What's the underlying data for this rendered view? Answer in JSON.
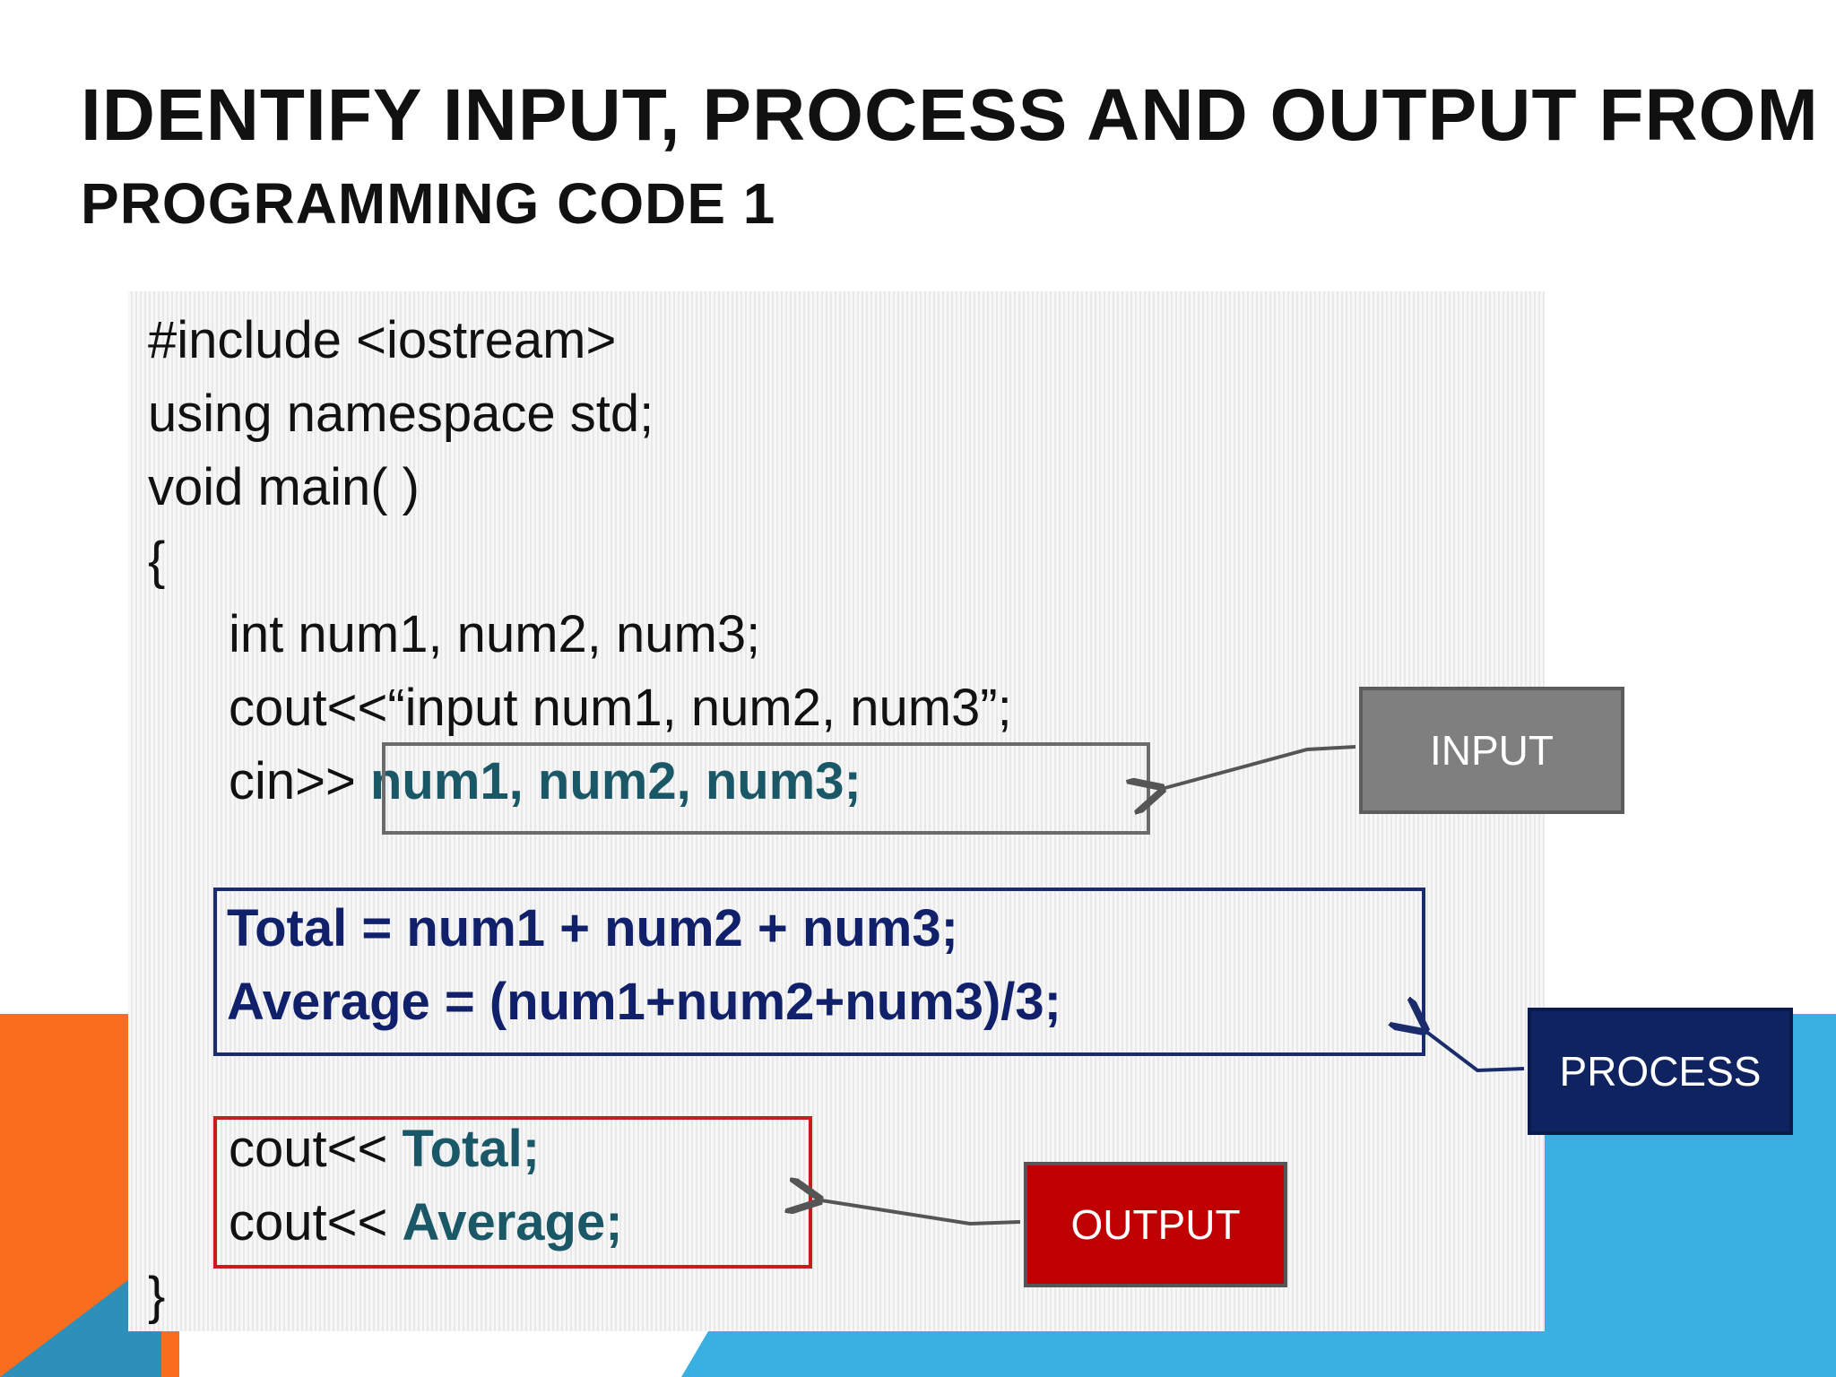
{
  "slide": {
    "title": "IDENTIFY INPUT, PROCESS AND OUTPUT FROM",
    "subtitle": "PROGRAMMING CODE 1"
  },
  "code": {
    "line1": "#include <iostream>",
    "line2": "using namespace std;",
    "line3": "void main( )",
    "line4": "{",
    "line5": "int num1, num2, num3;",
    "line6": "cout<<“input num1, num2, num3”;",
    "line7_prefix": "cin>> ",
    "line7_highlight": "num1, num2, num3;",
    "line8": "Total = num1 + num2 +  num3;",
    "line9": "Average = (num1+num2+num3)/3;",
    "line10_prefix": "cout<< ",
    "line10_highlight": "Total;",
    "line11_prefix": "cout<< ",
    "line11_highlight": "Average;",
    "line12": "}"
  },
  "labels": {
    "input": "INPUT",
    "process": "PROCESS",
    "output": "OUTPUT"
  },
  "colors": {
    "input_gray": "#7f7f7f",
    "process_navy": "#0e2360",
    "output_red": "#c00000",
    "accent_orange": "#f96d1e",
    "accent_blue": "#3ab0e2",
    "code_teal": "#1a5767"
  }
}
